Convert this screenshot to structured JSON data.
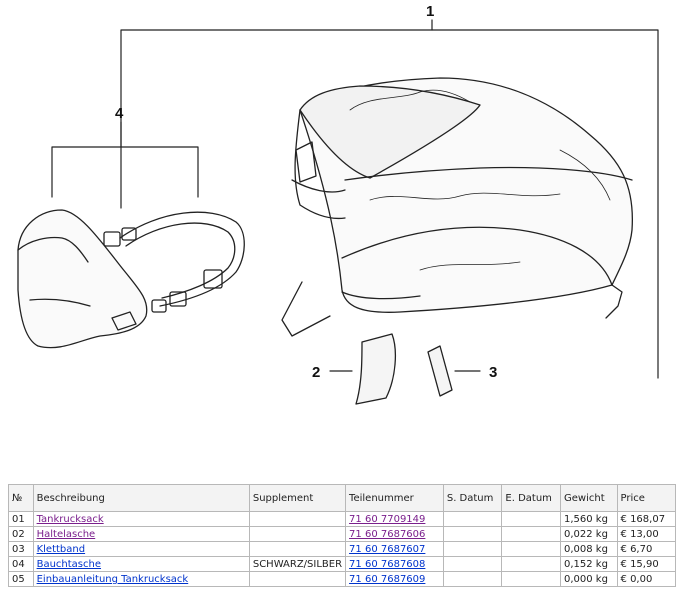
{
  "callouts": {
    "c1": "1",
    "c2": "2",
    "c3": "3",
    "c4": "4"
  },
  "table": {
    "headers": {
      "no": "№",
      "desc": "Beschreibung",
      "supplement": "Supplement",
      "part": "Teilenummer",
      "start": "S. Datum",
      "end": "E. Datum",
      "weight": "Gewicht",
      "price": "Price"
    },
    "rows": [
      {
        "no": "01",
        "desc": "Tankrucksack",
        "supplement": "",
        "part": "71 60 7709149",
        "start": "",
        "end": "",
        "weight": "1,560 kg",
        "price": "€ 168,07",
        "visited": true
      },
      {
        "no": "02",
        "desc": "Haltelasche",
        "supplement": "",
        "part": "71 60 7687606",
        "start": "",
        "end": "",
        "weight": "0,022 kg",
        "price": "€ 13,00",
        "visited": true
      },
      {
        "no": "03",
        "desc": "Klettband",
        "supplement": "",
        "part": "71 60 7687607",
        "start": "",
        "end": "",
        "weight": "0,008 kg",
        "price": "€ 6,70",
        "visited": false
      },
      {
        "no": "04",
        "desc": "Bauchtasche",
        "supplement": "SCHWARZ/SILBER",
        "part": "71 60 7687608",
        "start": "",
        "end": "",
        "weight": "0,152 kg",
        "price": "€ 15,90",
        "visited": false
      },
      {
        "no": "05",
        "desc": "Einbauanleitung Tankrucksack",
        "supplement": "",
        "part": "71 60 7687609",
        "start": "",
        "end": "",
        "weight": "0,000 kg",
        "price": "€ 0,00",
        "visited": false
      }
    ]
  },
  "colors": {
    "link": "#0033cc",
    "visited_link": "#7a1f8c",
    "border": "#b8b8b8"
  }
}
